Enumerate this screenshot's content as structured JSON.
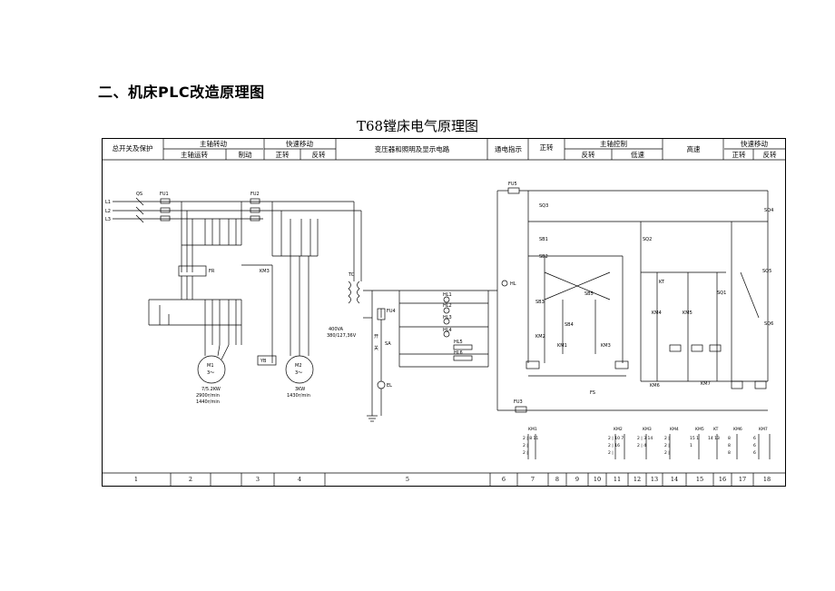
{
  "section_title": "二、机床PLC改造原理图",
  "diagram_title": "T68镗床电气原理图",
  "header": {
    "total_switch": "总开关及保护",
    "spindle_rotation": "主轴转动",
    "spindle_run": "主轴运转",
    "braking": "制动",
    "fast_move": "快速移动",
    "forward": "正转",
    "reverse": "反转",
    "transformer_lighting": "变压器和照明及显示电路",
    "power_indicator": "通电指示",
    "forward2": "正转",
    "spindle_control": "主轴控制",
    "reverse2": "反转",
    "low_speed": "低速",
    "high_speed": "高速",
    "fast_move2": "快速移动",
    "forward3": "正转",
    "reverse3": "反转"
  },
  "footer": [
    "1",
    "2",
    "3",
    "4",
    "5",
    "6",
    "7",
    "8",
    "9",
    "10",
    "11",
    "12",
    "13",
    "14",
    "15",
    "16",
    "17",
    "18"
  ],
  "labels": {
    "L1": "L1",
    "L2": "L2",
    "L3": "L3",
    "QS": "QS",
    "FU1": "FU1",
    "FU2": "FU2",
    "FU3": "FU3",
    "FU4": "FU4",
    "FU5": "FU5",
    "FR": "FR",
    "KM3a": "KM3",
    "YB": "YB",
    "M1": "M1",
    "M1_sym": "3～",
    "M1_spec": "7/5.2KW",
    "M1_speed1": "2900r/min",
    "M1_speed2": "1440r/min",
    "M2": "M2",
    "M2_sym": "3～",
    "M2_spec": "3KW",
    "M2_speed": "1430r/min",
    "TC": "TC",
    "TC_spec": "400VA",
    "TC_volt": "380/127,36V",
    "switch_top": "开",
    "switch_bot": "关",
    "SA": "SA",
    "EL": "EL",
    "HL": "HL",
    "SQ1": "SQ1",
    "SQ2": "SQ2",
    "SQ3": "SQ3",
    "SQ4": "SQ4",
    "SQ5": "SQ5",
    "SQ6": "SQ6",
    "SB1": "SB1",
    "SB2": "SB2",
    "SB3": "SB3",
    "SB4": "SB4",
    "SB5": "SB5",
    "KT": "KT",
    "FS": "FS",
    "KM1": "KM1",
    "KM2": "KM2",
    "KM3": "KM3",
    "KM4": "KM4",
    "KM5": "KM5",
    "KM6": "KM6",
    "KM7": "KM7",
    "HL1": "HL1",
    "HL2": "HL2",
    "HL3": "HL3",
    "HL4": "HL4",
    "HL5": "HL5",
    "HL6": "HL6"
  },
  "contact_table": [
    {
      "name": "KM1",
      "rows": [
        "2 | 8  11",
        "2 |",
        "2 |"
      ]
    },
    {
      "name": "KM2",
      "rows": [
        "2 | 10  7",
        "2 | 16",
        "2 |"
      ]
    },
    {
      "name": "KM3",
      "rows": [
        "2 | 3  14",
        "2 | 4",
        ""
      ]
    },
    {
      "name": "KM4",
      "rows": [
        "2 |",
        "2 |",
        "2 |"
      ]
    },
    {
      "name": "KM5",
      "rows": [
        "15  1",
        "1",
        ""
      ]
    },
    {
      "name": "KT",
      "rows": [
        "14  13",
        "",
        ""
      ]
    },
    {
      "name": "KM6",
      "rows": [
        "8",
        "8",
        "8"
      ]
    },
    {
      "name": "KM7",
      "rows": [
        "6",
        "6",
        "6"
      ]
    }
  ]
}
